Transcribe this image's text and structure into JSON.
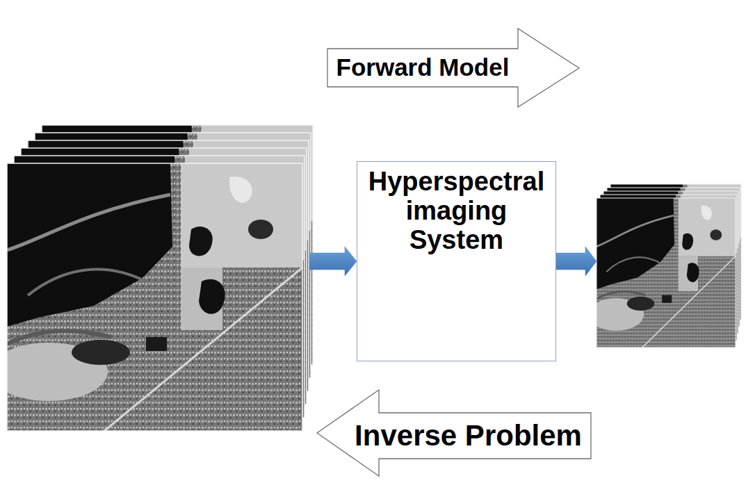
{
  "diagram": {
    "nodes": [
      {
        "text": [
          "Forward Model"
        ]
      },
      {
        "text": [
          "Hyperspectral imaging System"
        ]
      },
      {
        "text": [
          "Inverse Problem"
        ]
      }
    ]
  }
}
